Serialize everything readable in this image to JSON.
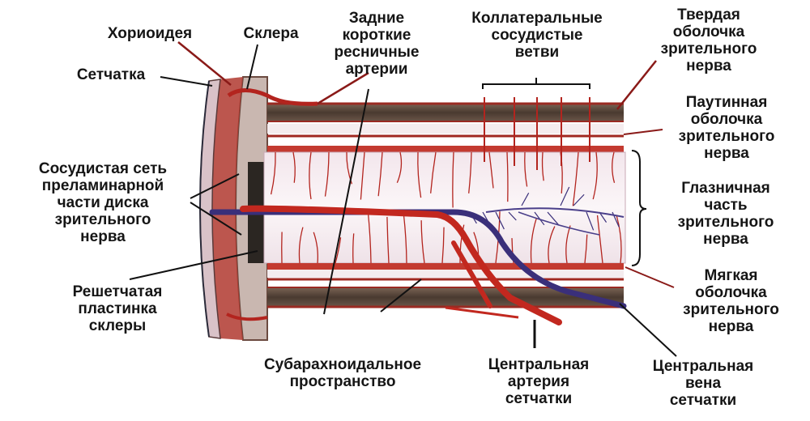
{
  "labels": {
    "choroid": "Хориоидея",
    "sclera": "Склера",
    "retina": "Сетчатка",
    "posterior_ciliary": "Задние\nкороткие\nресничные\nартерии",
    "collateral": "Коллатеральные\nсосудистые\nветви",
    "dura": "Твердая\nоболочка\nзрительного\nнерва",
    "arachnoid": "Паутинная\nоболочка\nзрительного\nнерва",
    "prelaminar": "Сосудистая сеть\nпреламинарной\nчасти диска\nзрительного\nнерва",
    "orbital": "Глазничная\nчасть\nзрительного\nнерва",
    "lamina": "Решетчатая\nпластинка\nсклеры",
    "pia": "Мягкая\nоболочка\nзрительного\nнерва",
    "subarachnoid": "Субарахноидальное\nпространство",
    "central_artery": "Центральная\nартерия\nсетчатки",
    "central_vein": "Центральная\nвена\nсетчатки"
  },
  "colors": {
    "artery": "#b3241e",
    "vein": "#3a2f7a",
    "sheath": "#5a4a40",
    "nerve": "#f6eef2",
    "leader": "#8a1a18"
  }
}
